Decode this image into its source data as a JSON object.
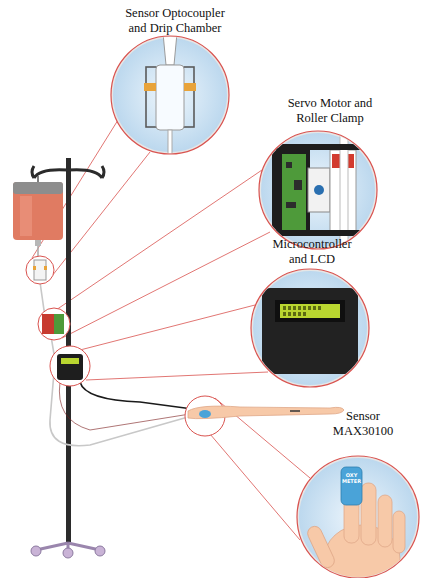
{
  "diagram": {
    "nodes": [
      {
        "text": [
          "Sensor Optocoupler and Drip Chamber"
        ]
      },
      {
        "text": [
          "Servo Motor and Roller Clamp"
        ]
      },
      {
        "text": [
          "Microcontroller and LCD"
        ]
      },
      {
        "text": [
          "Sensor MAX30100",
          "OXY METER"
        ]
      }
    ]
  }
}
